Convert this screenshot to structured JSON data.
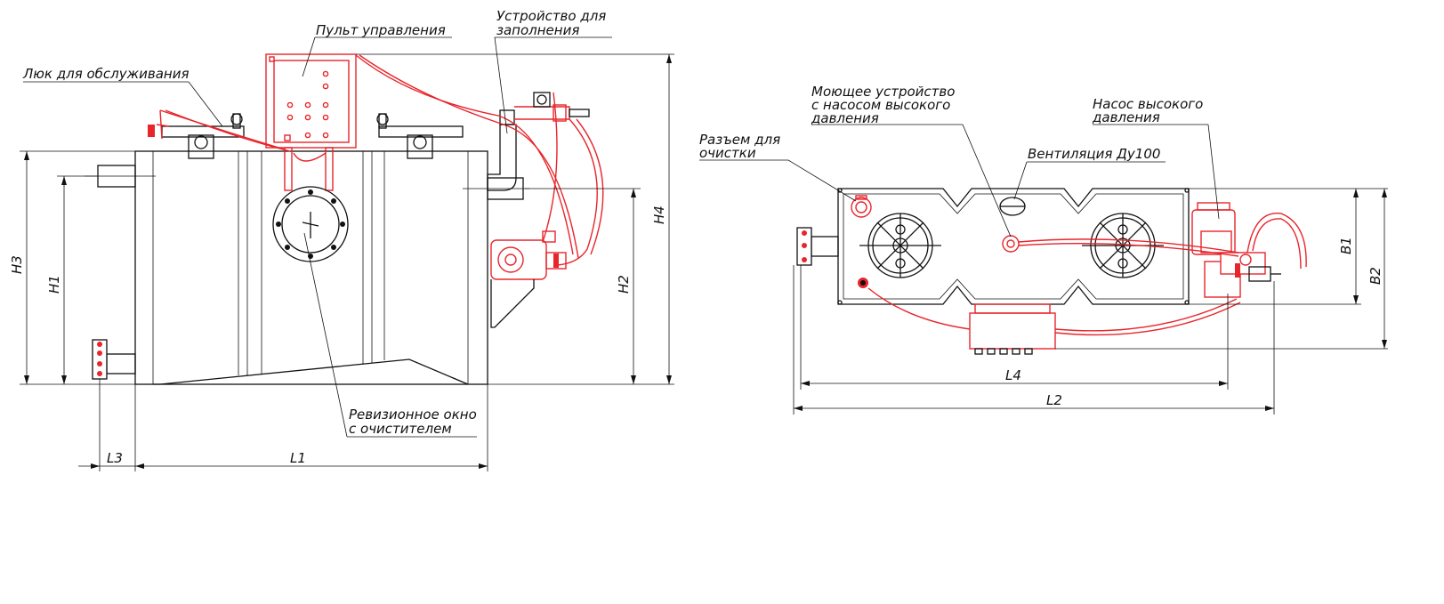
{
  "labels": {
    "service_hatch": "Люк для обслуживания",
    "control_panel": "Пульт управления",
    "fill_device_1": "Устройство для",
    "fill_device_2": "заполнения",
    "inspection_window_1": "Ревизионное окно",
    "inspection_window_2": "с очистителем",
    "washer_1": "Моющее устройство",
    "washer_2": "с насосом высокого",
    "washer_3": "давления",
    "cleaning_port_1": "Разъем для",
    "cleaning_port_2": "очистки",
    "ventilation": "Вентиляция Ду100",
    "hp_pump_1": "Насос высокого",
    "hp_pump_2": "давления"
  },
  "dimensions": {
    "h1": "H1",
    "h2": "H2",
    "h3": "H3",
    "h4": "H4",
    "l1": "L1",
    "l2": "L2",
    "l3": "L3",
    "l4": "L4",
    "b1": "B1",
    "b2": "B2"
  },
  "colors": {
    "line": "#111111",
    "accent": "#e8252b"
  }
}
